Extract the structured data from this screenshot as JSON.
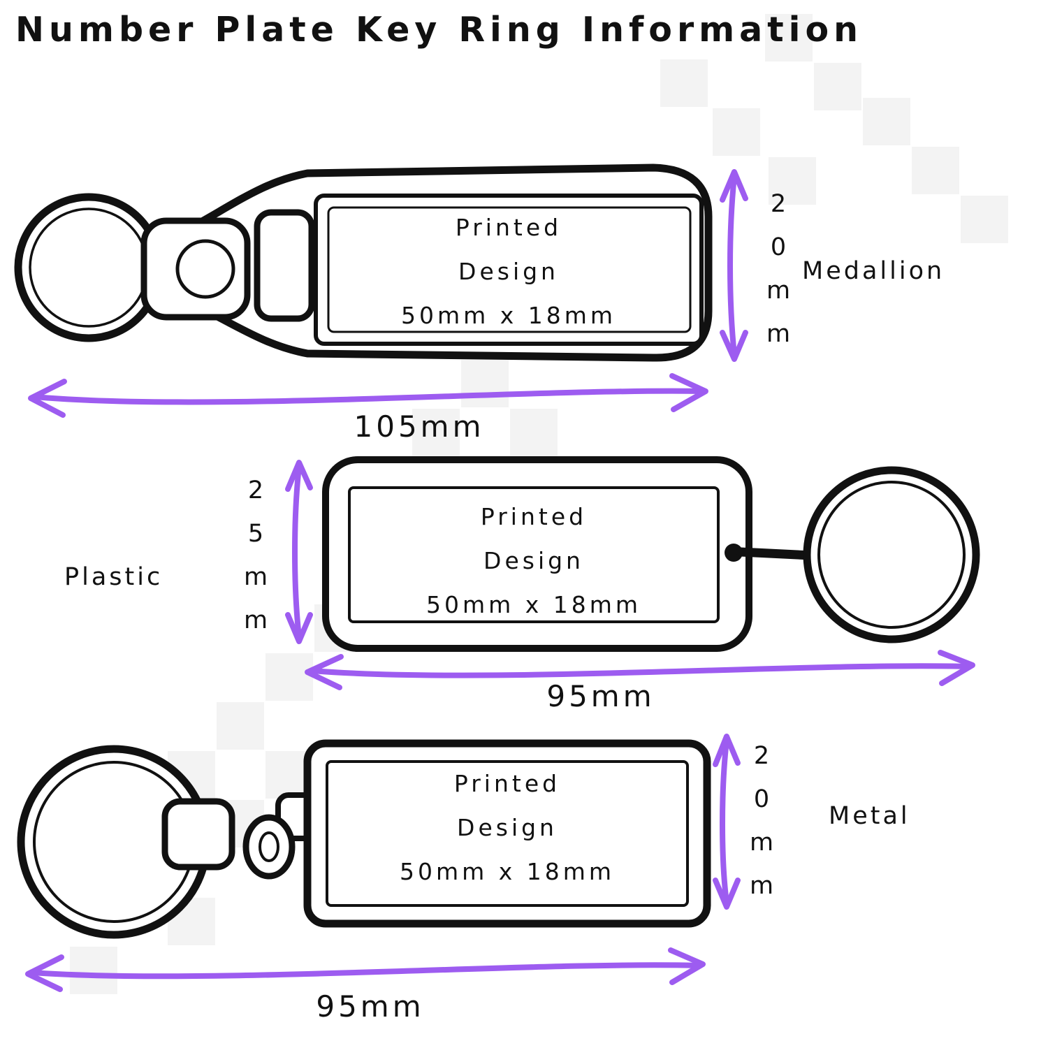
{
  "title": "Number Plate Key Ring Information",
  "colors": {
    "ink": "#111111",
    "accent": "#9d5cf0"
  },
  "keyrings": [
    {
      "name": "Medallion",
      "design": {
        "line1": "Printed",
        "line2": "Design",
        "line3": "50mm x 18mm"
      },
      "width": "105mm",
      "height": "20mm"
    },
    {
      "name": "Plastic",
      "design": {
        "line1": "Printed",
        "line2": "Design",
        "line3": "50mm x 18mm"
      },
      "width": "95mm",
      "height": "25mm"
    },
    {
      "name": "Metal",
      "design": {
        "line1": "Printed",
        "line2": "Design",
        "line3": "50mm x 18mm"
      },
      "width": "95mm",
      "height": "20mm"
    }
  ]
}
